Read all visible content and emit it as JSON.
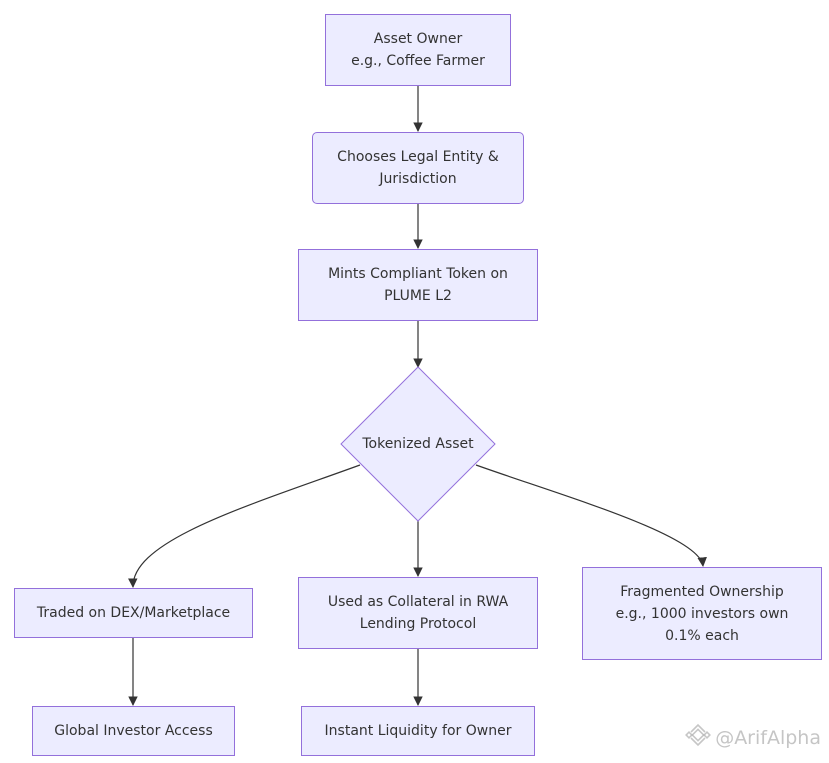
{
  "nodes": {
    "asset_owner": {
      "line1": "Asset Owner",
      "line2": "e.g., Coffee Farmer"
    },
    "legal_entity": {
      "line1": "Chooses Legal Entity &",
      "line2": "Jurisdiction"
    },
    "mint_token": {
      "line1": "Mints Compliant Token on",
      "line2": "PLUME L2"
    },
    "tokenized_asset": {
      "label": "Tokenized Asset"
    },
    "traded_dex": {
      "label": "Traded on DEX/Marketplace"
    },
    "collateral": {
      "line1": "Used as Collateral in RWA",
      "line2": "Lending Protocol"
    },
    "fragmented": {
      "line1": "Fragmented Ownership",
      "line2": "e.g., 1000 investors own",
      "line3": "0.1% each"
    },
    "global_access": {
      "label": "Global Investor Access"
    },
    "instant_liquidity": {
      "label": "Instant Liquidity for Owner"
    }
  },
  "watermark": {
    "text": "@ArifAlpha",
    "icon": "binance-logo-icon"
  },
  "colors": {
    "node_fill": "#ececff",
    "node_stroke": "#9370db",
    "edge": "#333333",
    "text": "#333333"
  }
}
